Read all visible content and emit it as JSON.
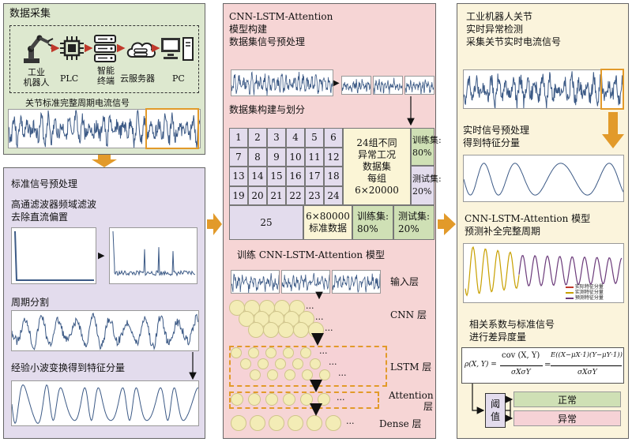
{
  "colors": {
    "panel_green": "#dde8cf",
    "panel_purple": "#e3dced",
    "panel_pink": "#f6d5d5",
    "panel_yellow": "#fbf4dc",
    "arrow_orange": "#e29a2a",
    "signal_blue": "#3c5a86",
    "circle_fill": "#f3ecb6",
    "green_cell": "#cfe0b5",
    "cream_cell": "#fbf5d6",
    "pink_box": "#f6d2d6"
  },
  "icons": [
    "robot-arm-icon",
    "chip-icon",
    "server-icon",
    "cloud-icon",
    "computer-icon"
  ],
  "panel1": {
    "title": "数据采集",
    "devices": [
      {
        "label": "工业\n机器人"
      },
      {
        "label": "PLC"
      },
      {
        "label": "智能\n终端"
      },
      {
        "label": "云服务器"
      },
      {
        "label": "PC"
      }
    ],
    "signal_title": "关节标准完整周期电流信号"
  },
  "panel2": {
    "title": "标准信号预处理",
    "step1": "高通滤波器频域滤波",
    "step1b": "去除直流偏置",
    "step2": "周期分割",
    "step3": "经验小波变换得到特征分量"
  },
  "panel3": {
    "title1": "CNN-LSTM-Attention",
    "title2": "模型构建",
    "title3": "数据集信号预处理",
    "split_title": "数据集构建与划分",
    "grid_numbers": [
      "1",
      "2",
      "3",
      "4",
      "5",
      "6",
      "7",
      "8",
      "9",
      "10",
      "11",
      "12",
      "13",
      "14",
      "15",
      "16",
      "17",
      "18",
      "19",
      "20",
      "21",
      "22",
      "23",
      "24"
    ],
    "cell25": "25",
    "anomaly_desc": "24组不同\n异常工况\n数据集\n每组\n6×20000",
    "train1": "训练集:\n80%",
    "test1": "测试集:\n20%",
    "standard_desc": "6×80000\n标准数据",
    "train2": "训练集:\n80%",
    "test2": "测试集:\n20%",
    "train_title": "训练 CNN-LSTM-Attention 模型",
    "layers": {
      "input": "输入层",
      "cnn": "CNN 层",
      "lstm": "LSTM 层",
      "attention": "Attention\n层",
      "dense": "Dense 层"
    },
    "ellipsis": "..."
  },
  "panel4": {
    "title1": "工业机器人关节",
    "title2": "实时异常检测",
    "title3": "采集关节实时电流信号",
    "pre1": "实时信号预处理",
    "pre2": "得到特征分量",
    "model1": "CNN-LSTM-Attention 模型",
    "model2": "预测补全完整周期",
    "legend": [
      "实际特征分量",
      "实测特征分量",
      "预测特征分量"
    ],
    "corr1": "相关系数与标准信号",
    "corr2": "进行差异度量",
    "formula_lhs": "ρ(X, Y) =",
    "formula_num1": "cov (X, Y)",
    "formula_den1": "σXσY",
    "formula_eq": "=",
    "formula_num2": "E((X−μX·1)(Y−μY·1))",
    "formula_den2": "σXσY",
    "threshold": "阈\n值",
    "normal": "正常",
    "abnormal": "异常"
  }
}
